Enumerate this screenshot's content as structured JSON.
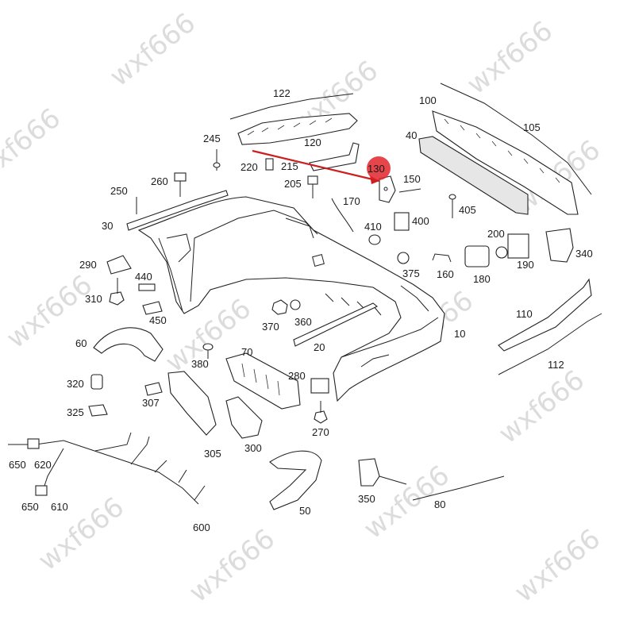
{
  "watermark": "wxf666",
  "highlight": {
    "label": "130",
    "color": "#e0252b"
  },
  "accent_color": "#cc2020",
  "parts": [
    {
      "id": "p10",
      "label": "10"
    },
    {
      "id": "p20",
      "label": "20"
    },
    {
      "id": "p30",
      "label": "30"
    },
    {
      "id": "p40",
      "label": "40"
    },
    {
      "id": "p50",
      "label": "50"
    },
    {
      "id": "p60",
      "label": "60"
    },
    {
      "id": "p70",
      "label": "70"
    },
    {
      "id": "p80",
      "label": "80"
    },
    {
      "id": "p100",
      "label": "100"
    },
    {
      "id": "p105",
      "label": "105"
    },
    {
      "id": "p110",
      "label": "110"
    },
    {
      "id": "p112",
      "label": "112"
    },
    {
      "id": "p120",
      "label": "120"
    },
    {
      "id": "p122",
      "label": "122"
    },
    {
      "id": "p150",
      "label": "150"
    },
    {
      "id": "p160",
      "label": "160"
    },
    {
      "id": "p170",
      "label": "170"
    },
    {
      "id": "p180",
      "label": "180"
    },
    {
      "id": "p190",
      "label": "190"
    },
    {
      "id": "p200",
      "label": "200"
    },
    {
      "id": "p205",
      "label": "205"
    },
    {
      "id": "p215",
      "label": "215"
    },
    {
      "id": "p220",
      "label": "220"
    },
    {
      "id": "p245",
      "label": "245"
    },
    {
      "id": "p250",
      "label": "250"
    },
    {
      "id": "p260",
      "label": "260"
    },
    {
      "id": "p270",
      "label": "270"
    },
    {
      "id": "p280",
      "label": "280"
    },
    {
      "id": "p290",
      "label": "290"
    },
    {
      "id": "p300",
      "label": "300"
    },
    {
      "id": "p305",
      "label": "305"
    },
    {
      "id": "p307",
      "label": "307"
    },
    {
      "id": "p310",
      "label": "310"
    },
    {
      "id": "p320",
      "label": "320"
    },
    {
      "id": "p325",
      "label": "325"
    },
    {
      "id": "p340",
      "label": "340"
    },
    {
      "id": "p350",
      "label": "350"
    },
    {
      "id": "p360",
      "label": "360"
    },
    {
      "id": "p370",
      "label": "370"
    },
    {
      "id": "p375",
      "label": "375"
    },
    {
      "id": "p380",
      "label": "380"
    },
    {
      "id": "p400",
      "label": "400"
    },
    {
      "id": "p405",
      "label": "405"
    },
    {
      "id": "p410",
      "label": "410"
    },
    {
      "id": "p440",
      "label": "440"
    },
    {
      "id": "p450",
      "label": "450"
    },
    {
      "id": "p600",
      "label": "600"
    },
    {
      "id": "p610",
      "label": "610"
    },
    {
      "id": "p620",
      "label": "620"
    },
    {
      "id": "p650a",
      "label": "650"
    },
    {
      "id": "p650b",
      "label": "650"
    }
  ]
}
